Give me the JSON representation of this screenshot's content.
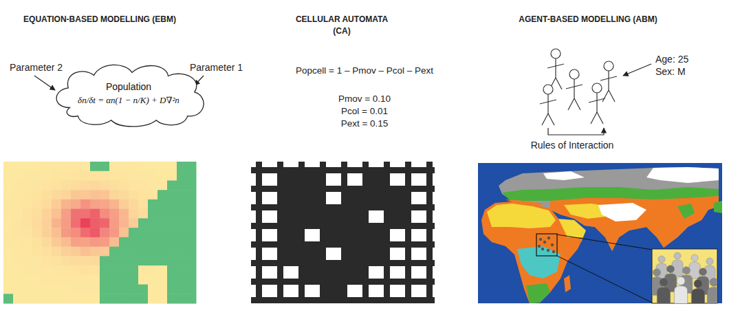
{
  "diagram": {
    "nodes": [
      {
        "text": [
          "Population",
          "δn/δt = αn(1 − n/K) + D∇²n"
        ]
      }
    ],
    "labels": [
      "EQUATION-BASED MODELLING (EBM)",
      "CELLULAR AUTOMATA (CA)",
      "AGENT-BASED MODELLING (ABM)",
      "Parameter 2",
      "Parameter 1",
      "Popcell = 1 – Pmov – Pcol – Pext",
      "Pmov = 0.10",
      "Pcol = 0.01",
      "Pext = 0.15",
      "Age: 25",
      "Sex: M",
      "Rules of Interaction"
    ]
  }
}
